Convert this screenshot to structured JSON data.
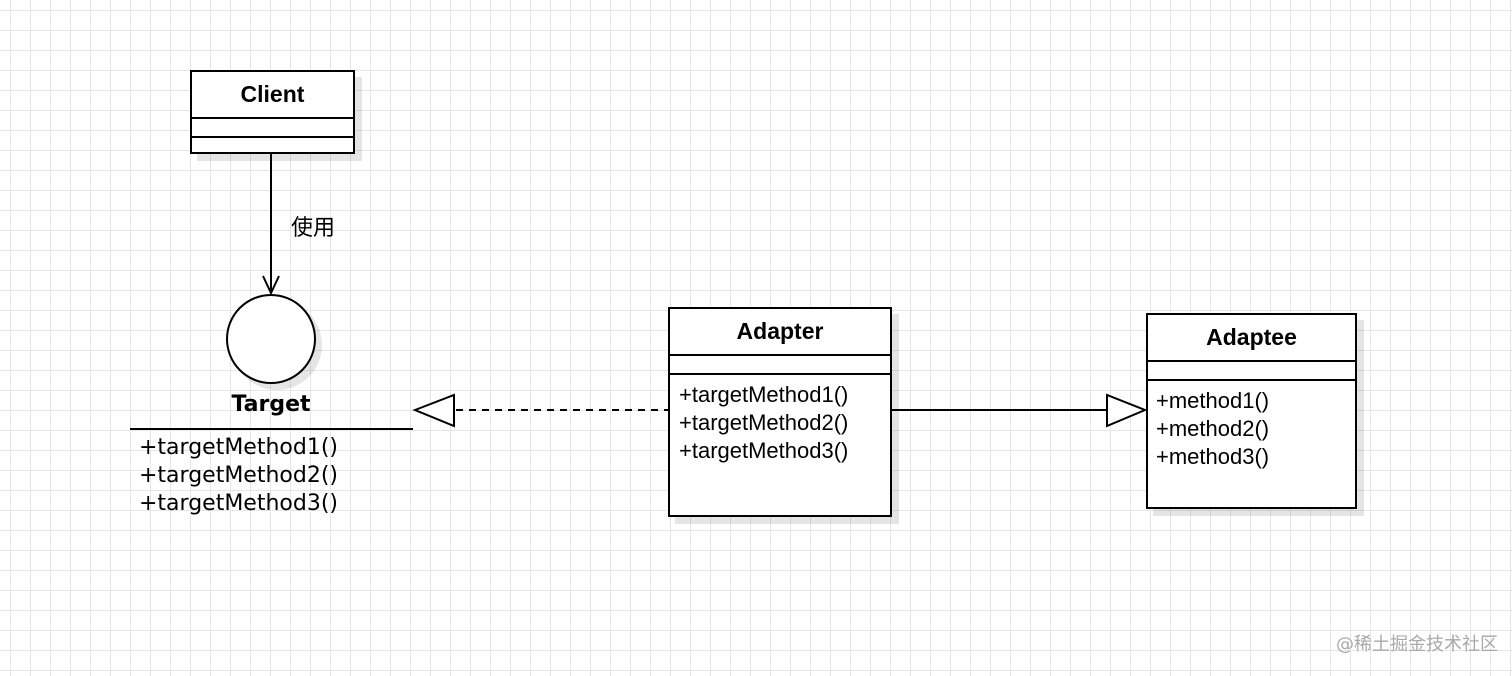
{
  "client": {
    "name": "Client"
  },
  "usage_label": "使用",
  "target": {
    "name": "Target",
    "methods": [
      "+targetMethod1()",
      "+targetMethod2()",
      "+targetMethod3()"
    ]
  },
  "adapter": {
    "name": "Adapter",
    "methods": [
      "+targetMethod1()",
      "+targetMethod2()",
      "+targetMethod3()"
    ]
  },
  "adaptee": {
    "name": "Adaptee",
    "methods": [
      "+method1()",
      "+method2()",
      "+method3()"
    ]
  },
  "watermark": "@稀土掘金技术社区",
  "colors": {
    "line": "#000000",
    "grid": "#e6e6e6",
    "watermark": "#a9a9a9"
  }
}
